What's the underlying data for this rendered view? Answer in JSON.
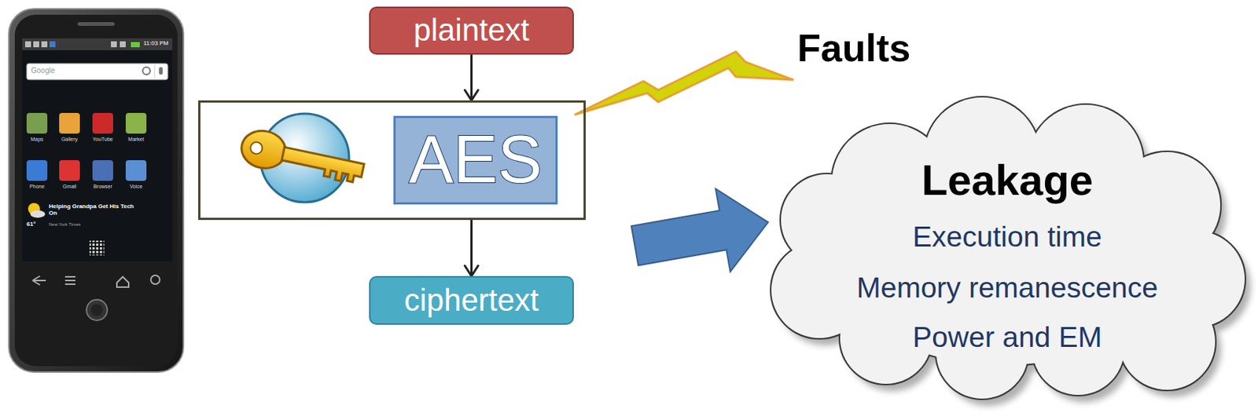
{
  "diagram": {
    "nodes": [
      {
        "text": [
          "plaintext"
        ]
      },
      {
        "text": []
      },
      {
        "text": [
          "AES"
        ],
        "in": 1
      },
      {
        "text": [
          "ciphertext"
        ]
      },
      {
        "text": [
          "Leakage",
          "Execution time",
          "Memory remanescence",
          "Power and EM"
        ]
      }
    ],
    "edges": [
      {
        "from": 0,
        "to": 1,
        "arrow": "to"
      },
      {
        "from": 1,
        "to": 3,
        "arrow": "to"
      },
      {
        "from": 1,
        "to": 4,
        "arrow": "to"
      }
    ],
    "labels": [
      "11:03 PM",
      "Google",
      "Maps",
      "Gallery",
      "YouTube",
      "Market",
      "Phone",
      "Gmail",
      "Browser",
      "Voice",
      "Helping Grandpa Get His Tech On",
      "New York Times",
      "61°",
      "Faults"
    ]
  }
}
